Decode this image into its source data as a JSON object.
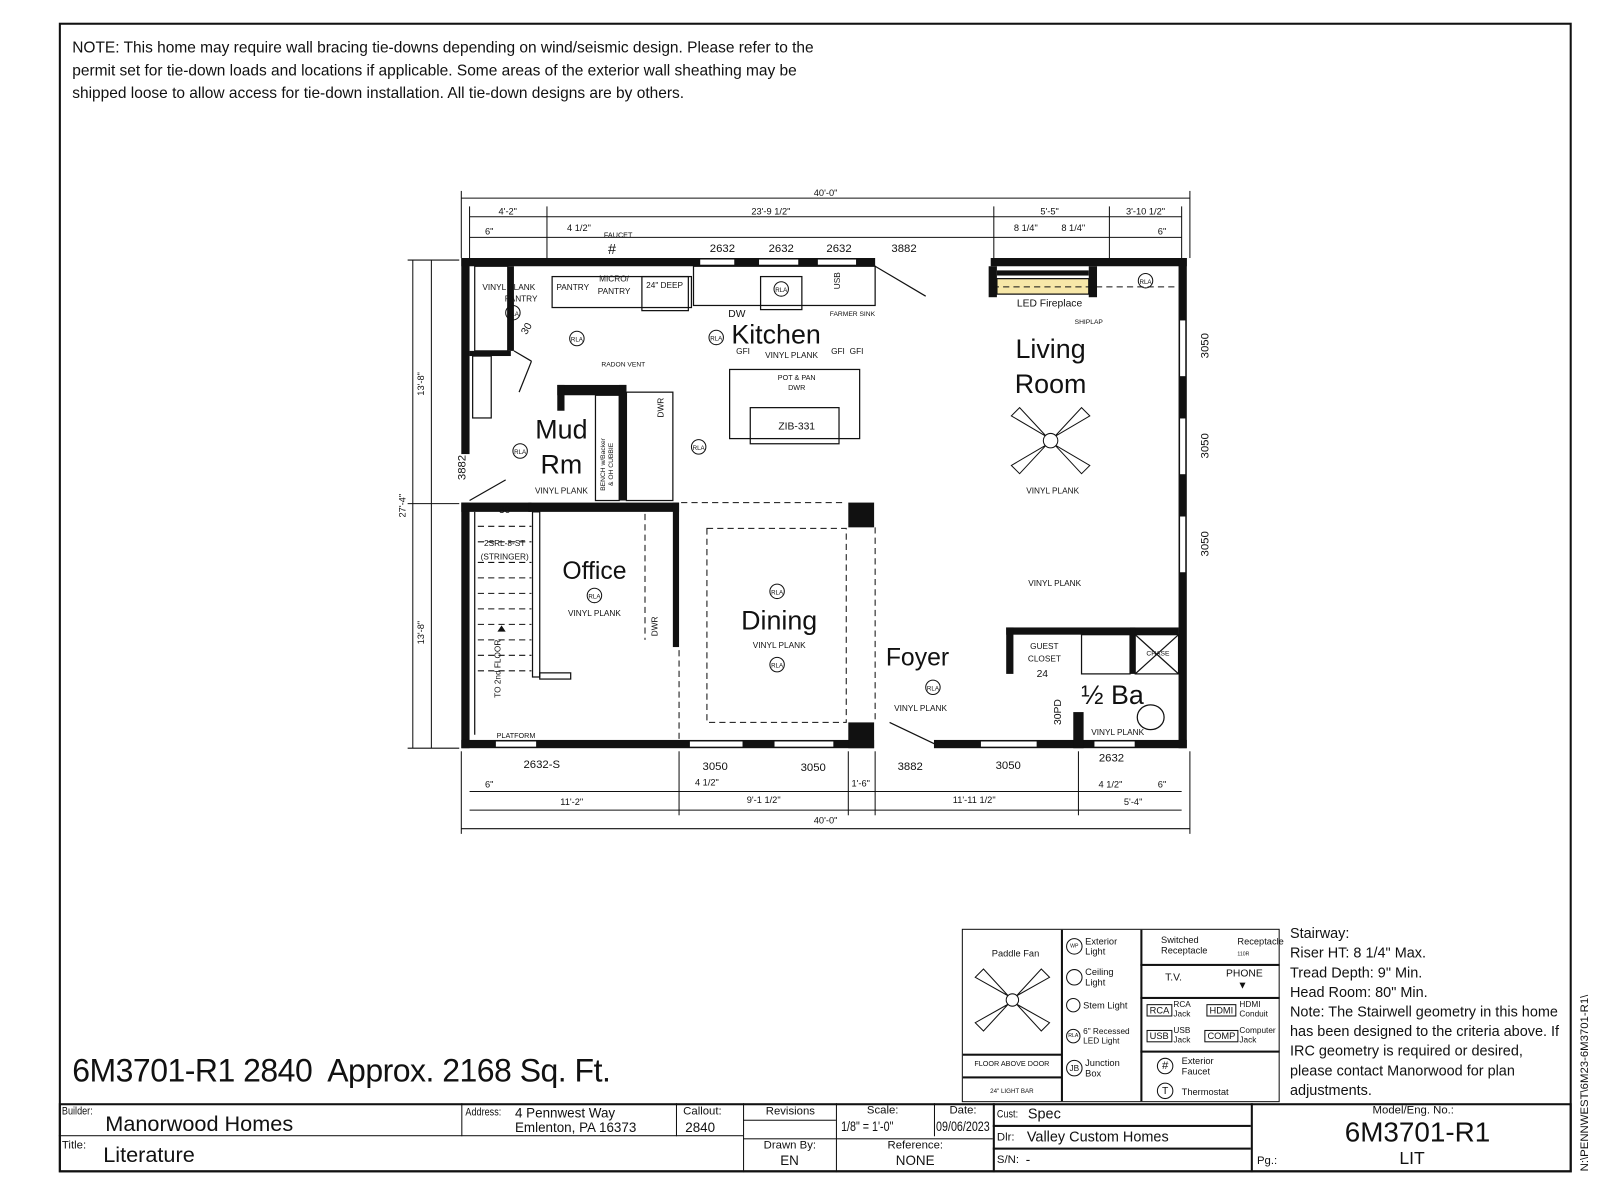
{
  "note": "NOTE:  This home may require wall bracing tie-downs depending on wind/seismic design. Please refer to the permit set for tie-down loads and locations if applicable. Some areas of the exterior wall sheathing may be shipped loose to allow access for tie-down installation. All tie-down designs are by others.",
  "headline": "6M3701-R1 2840  Approx. 2168 Sq. Ft.",
  "plan": {
    "rooms": {
      "kitchen": "Kitchen",
      "living1": "Living",
      "living2": "Room",
      "mud1": "Mud",
      "mud2": "Rm",
      "office": "Office",
      "dining": "Dining",
      "foyer": "Foyer",
      "halfbath": "½ Ba"
    },
    "dims_top": [
      "40'-0\"",
      "4'-2\"",
      "23'-9 1/2\"",
      "5'-5\"",
      "3'-10 1/2\"",
      "6\"",
      "4 1/2\"",
      "8 1/4\"",
      "8 1/4\"",
      "6\""
    ],
    "dims_bottom": [
      "6\"",
      "4 1/2\"",
      "1'-6\"",
      "4 1/2\"",
      "6\"",
      "11'-2\"",
      "9'-1 1/2\"",
      "11'-11 1/2\"",
      "5'-4\"",
      "40'-0\""
    ],
    "dims_left": [
      "13'-8\"",
      "27'-4\"",
      "13'-8\""
    ],
    "openings_top": [
      "2632",
      "2632",
      "2632",
      "3882"
    ],
    "openings_right": [
      "3050",
      "3050",
      "3050"
    ],
    "openings_left": [
      "3882"
    ],
    "openings_bottom": [
      "2632-S",
      "3050",
      "3050",
      "3882",
      "3050",
      "2632"
    ],
    "labels": {
      "faucet": "FAUCET",
      "vp": "VINYL PLANK",
      "pantry": "PANTRY",
      "micro1": "MICRO/",
      "micro2": "PANTRY",
      "deep": "24\" DEEP",
      "dw": "DW",
      "farmer": "FARMER SINK",
      "usb": "USB",
      "gfi": "GFI",
      "potpan1": "POT & PAN",
      "potpan2": "DWR",
      "zib": "ZIB-331",
      "radon": "RADON VENT",
      "dwr": "DWR",
      "bench1": "BENCH w/Backer",
      "bench2": "& OH CUBBIE",
      "d30": "30",
      "stair1": "2SRL-8-ST",
      "stair2": "(STRINGER)",
      "tofloor": "TO 2nd FLOOR",
      "platform": "PLATFORM",
      "ledfp": "LED Fireplace",
      "shiplap": "SHIPLAP",
      "guest1": "GUEST",
      "guest2": "CLOSET",
      "c24": "24",
      "pd": "30PD",
      "chase": "CHASE"
    }
  },
  "legend": {
    "paddle_fan": "Paddle Fan",
    "floor_above_door": "FLOOR ABOVE DOOR",
    "light_bar": "24\" LIGHT BAR",
    "exterior_light": "Exterior Light",
    "wp": "WP",
    "ceiling_light": "Ceiling Light",
    "stem_light": "Stem Light",
    "recessed": "6\" Recessed LED Light",
    "rla": "RLA",
    "junction": "Junction Box",
    "jb": "JB",
    "switched": "Switched Receptacle",
    "receptacle": "Receptacle",
    "r110": "110R",
    "tv": "T.V.",
    "phone": "PHONE",
    "rca": "RCA",
    "rca_jack": "RCA Jack",
    "hdmi": "HDMI",
    "hdmi_conduit": "HDMI Conduit",
    "usb": "USB",
    "usb_jack": "USB Jack",
    "comp": "COMP",
    "computer_jack": "Computer Jack",
    "faucet_sym": "#",
    "ext_faucet": "Exterior Faucet",
    "t": "T",
    "thermostat": "Thermostat"
  },
  "stairway": [
    "Stairway:",
    "Riser HT: 8 1/4\" Max.",
    "Tread Depth: 9\" Min.",
    "Head Room: 80\" Min.",
    "Note: The Stairwell geometry in this home has been designed to the criteria above. If IRC geometry is required or desired, please contact Manorwood for plan adjustments."
  ],
  "title_block": {
    "builder_label": "Builder:",
    "builder": "Manorwood Homes",
    "address_label": "Address:",
    "address1": "4 Pennwest Way",
    "address2": "Emlenton, PA 16373",
    "callout_label": "Callout:",
    "callout": "2840",
    "revisions_label": "Revisions",
    "scale_label": "Scale:",
    "scale": "1/8\" = 1'-0\"",
    "date_label": "Date:",
    "date": "09/06/2023",
    "cust_label": "Cust:",
    "cust": "Spec",
    "dlr_label": "Dlr:",
    "dlr": "Valley Custom Homes",
    "sn_label": "S/N:",
    "sn": "-",
    "model_label": "Model/Eng. No.:",
    "model": "6M3701-R1",
    "title_label": "Title:",
    "title": "Literature",
    "drawn_label": "Drawn By:",
    "drawn": "EN",
    "ref_label": "Reference:",
    "ref": "NONE",
    "pg_label": "Pg.:",
    "pg": "LIT"
  },
  "side_path": "N:\\PENNWEST\\6M23-6M3701-R1\\"
}
